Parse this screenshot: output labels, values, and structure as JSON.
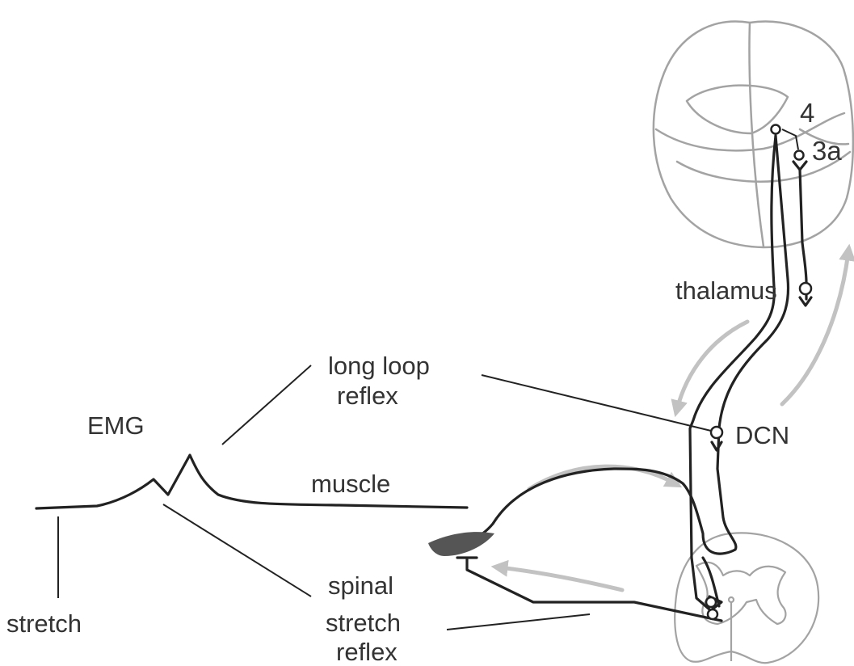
{
  "labels": {
    "area4": "4",
    "area3a": "3a",
    "thalamus": "thalamus",
    "long_loop_line1": "long loop",
    "long_loop_line2": "reflex",
    "emg": "EMG",
    "dcn": "DCN",
    "muscle": "muscle",
    "spinal_line1": "spinal",
    "spinal_line2": "stretch",
    "spinal_line3": "reflex",
    "stretch": "stretch"
  },
  "colors": {
    "outline_gray": "#a3a3a3",
    "pathway_black": "#222222",
    "flow_arrow_gray": "#c2c2c2",
    "muscle_fill": "#555555",
    "text": "#333333"
  }
}
